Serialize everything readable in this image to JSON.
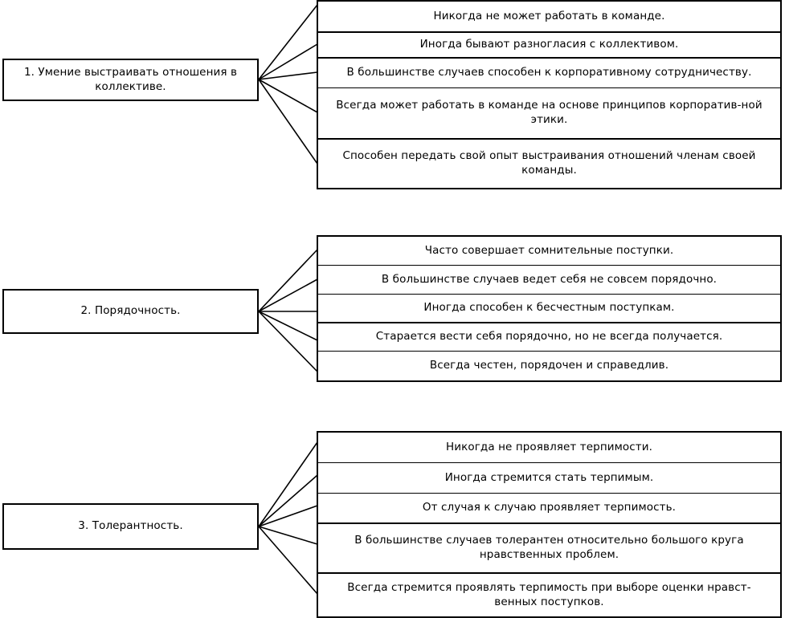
{
  "diagram": {
    "title": "Criteria and behaviour levels",
    "colors": {
      "stroke": "#000000",
      "background": "#ffffff",
      "text": "#000000"
    },
    "groups": [
      {
        "id": "group-1",
        "criterion": "1. Умение выстраивать отношения в коллективе.",
        "levels": [
          "Никогда не может работать в команде.",
          "Иногда бывают разногласия с коллективом.",
          "В большинстве случаев способен к корпоративному сотрудничеству.",
          "Всегда может работать в команде на основе принципов корпоратив-ной этики.",
          "Способен передать свой опыт выстраивания отношений членам своей команды."
        ]
      },
      {
        "id": "group-2",
        "criterion": "2. Порядочность.",
        "levels": [
          "Часто совершает сомнительные поступки.",
          "В большинстве случаев ведет себя не совсем порядочно.",
          "Иногда способен к бесчестным поступкам.",
          "Старается вести себя порядочно, но не всегда получается.",
          "Всегда честен, порядочен и справедлив."
        ]
      },
      {
        "id": "group-3",
        "criterion": "3. Толерантность.",
        "levels": [
          "Никогда не проявляет терпимости.",
          "Иногда стремится стать терпимым.",
          "От случая к случаю проявляет терпимость.",
          "В большинстве случаев толерантен относительно большого круга нравственных проблем.",
          "Всегда стремится проявлять терпимость при выборе оценки нравст-венных поступков."
        ]
      }
    ]
  }
}
